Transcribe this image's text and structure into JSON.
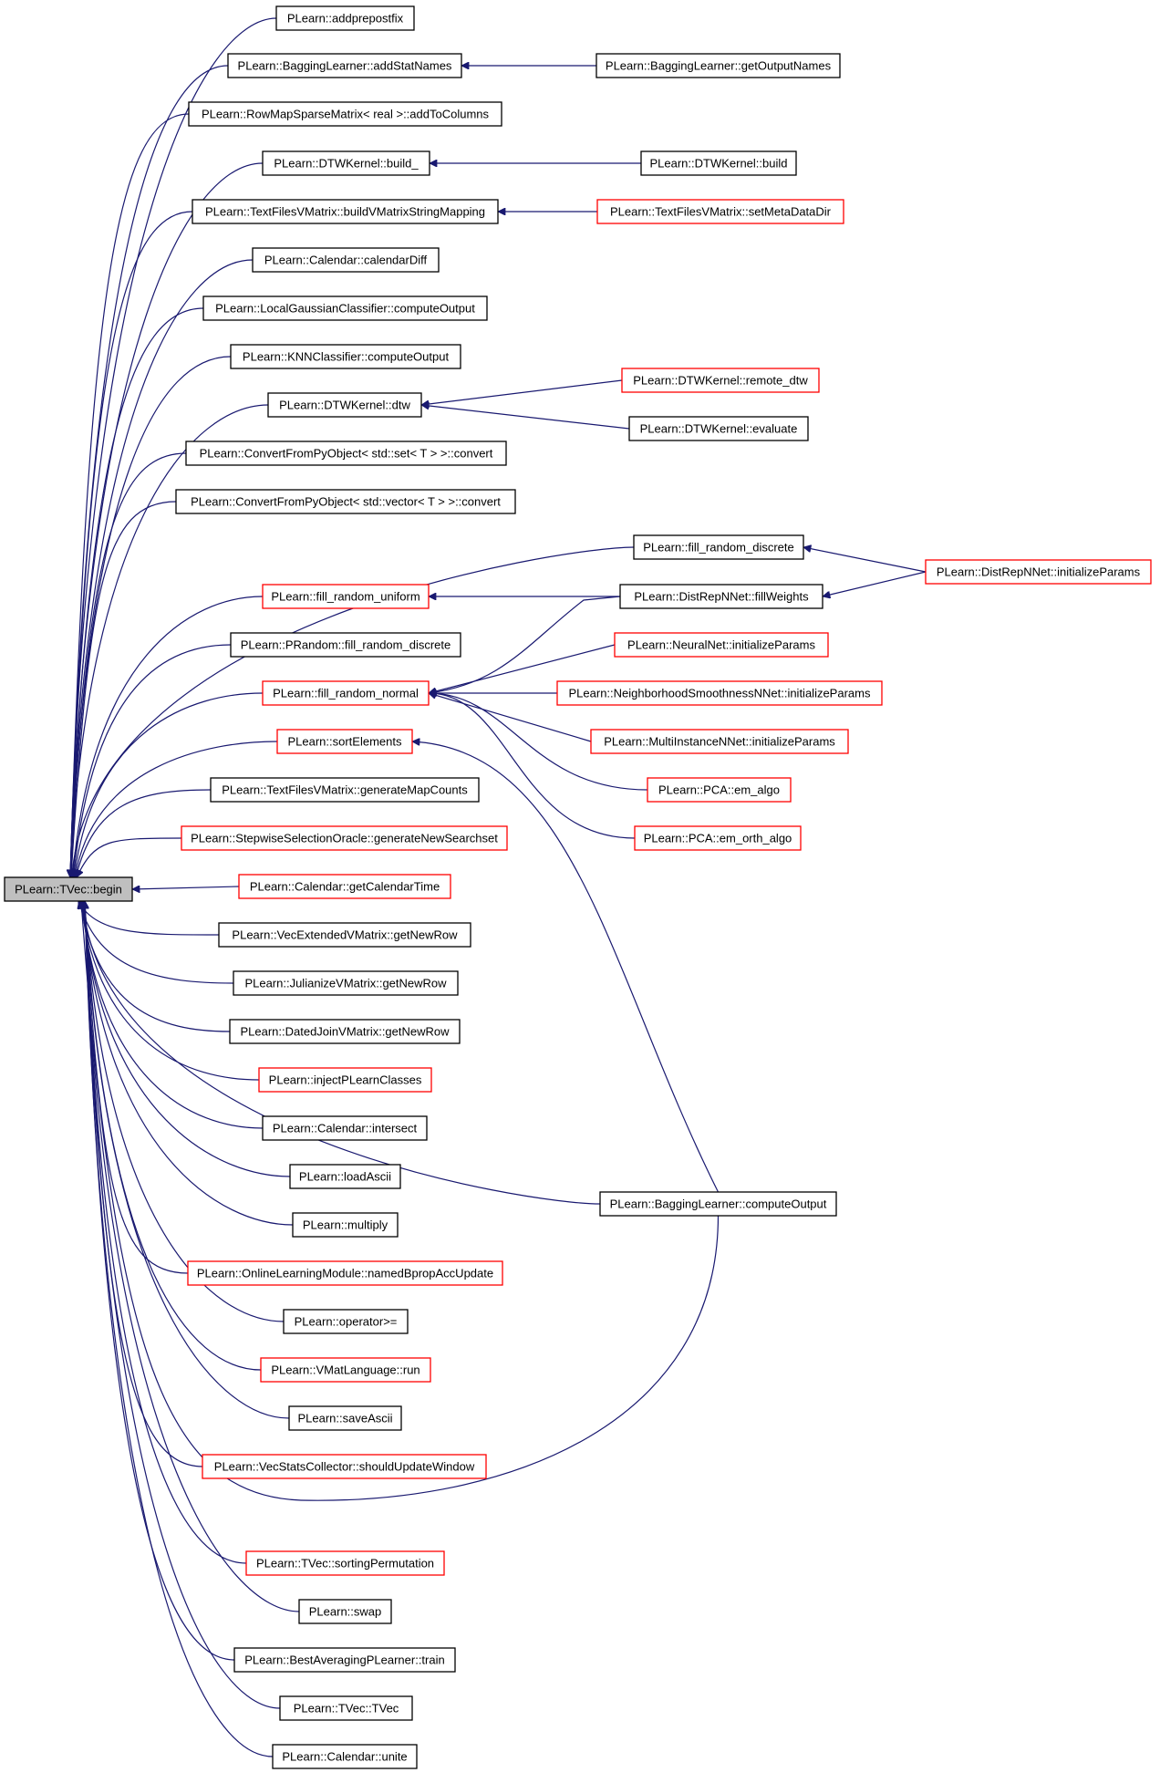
{
  "root": "PLearn::TVec::begin",
  "callers": [
    {
      "id": "addprepostfix",
      "label": "PLearn::addprepostfix",
      "red": false
    },
    {
      "id": "bag_addstat",
      "label": "PLearn::BaggingLearner::addStatNames",
      "red": false
    },
    {
      "id": "rowmap",
      "label": "PLearn::RowMapSparseMatrix< real >::addToColumns",
      "red": false
    },
    {
      "id": "dtw_build_",
      "label": "PLearn::DTWKernel::build_",
      "red": false
    },
    {
      "id": "tf_build",
      "label": "PLearn::TextFilesVMatrix::buildVMatrixStringMapping",
      "red": false
    },
    {
      "id": "cal_diff",
      "label": "PLearn::Calendar::calendarDiff",
      "red": false
    },
    {
      "id": "lgc_out",
      "label": "PLearn::LocalGaussianClassifier::computeOutput",
      "red": false
    },
    {
      "id": "knn_out",
      "label": "PLearn::KNNClassifier::computeOutput",
      "red": false
    },
    {
      "id": "dtw_dtw",
      "label": "PLearn::DTWKernel::dtw",
      "red": false
    },
    {
      "id": "conv_set",
      "label": "PLearn::ConvertFromPyObject< std::set< T > >::convert",
      "red": false
    },
    {
      "id": "conv_vec",
      "label": "PLearn::ConvertFromPyObject< std::vector< T > >::convert",
      "red": false
    },
    {
      "id": "frd",
      "label": "PLearn::fill_random_discrete",
      "red": false
    },
    {
      "id": "fru",
      "label": "PLearn::fill_random_uniform",
      "red": true
    },
    {
      "id": "prand_frd",
      "label": "PLearn::PRandom::fill_random_discrete",
      "red": false
    },
    {
      "id": "frn",
      "label": "PLearn::fill_random_normal",
      "red": true
    },
    {
      "id": "sortel",
      "label": "PLearn::sortElements",
      "red": true
    },
    {
      "id": "tf_genmap",
      "label": "PLearn::TextFilesVMatrix::generateMapCounts",
      "red": false
    },
    {
      "id": "sso",
      "label": "PLearn::StepwiseSelectionOracle::generateNewSearchset",
      "red": true
    },
    {
      "id": "cal_time",
      "label": "PLearn::Calendar::getCalendarTime",
      "red": true
    },
    {
      "id": "vecext",
      "label": "PLearn::VecExtendedVMatrix::getNewRow",
      "red": false
    },
    {
      "id": "julian",
      "label": "PLearn::JulianizeVMatrix::getNewRow",
      "red": false
    },
    {
      "id": "datedjoin",
      "label": "PLearn::DatedJoinVMatrix::getNewRow",
      "red": false
    },
    {
      "id": "inject",
      "label": "PLearn::injectPLearnClasses",
      "red": true
    },
    {
      "id": "cal_int",
      "label": "PLearn::Calendar::intersect",
      "red": false
    },
    {
      "id": "loadascii",
      "label": "PLearn::loadAscii",
      "red": false
    },
    {
      "id": "multiply",
      "label": "PLearn::multiply",
      "red": false
    },
    {
      "id": "olm",
      "label": "PLearn::OnlineLearningModule::namedBpropAccUpdate",
      "red": true
    },
    {
      "id": "opge",
      "label": "PLearn::operator>=",
      "red": false
    },
    {
      "id": "vmat_run",
      "label": "PLearn::VMatLanguage::run",
      "red": true
    },
    {
      "id": "saveascii",
      "label": "PLearn::saveAscii",
      "red": false
    },
    {
      "id": "vsc",
      "label": "PLearn::VecStatsCollector::shouldUpdateWindow",
      "red": true
    },
    {
      "id": "bag_out",
      "label": "PLearn::BaggingLearner::computeOutput",
      "red": false
    },
    {
      "id": "sortperm",
      "label": "PLearn::TVec::sortingPermutation",
      "red": true
    },
    {
      "id": "swap",
      "label": "PLearn::swap",
      "red": false
    },
    {
      "id": "bestavg",
      "label": "PLearn::BestAveragingPLearner::train",
      "red": false
    },
    {
      "id": "tvec",
      "label": "PLearn::TVec::TVec",
      "red": false
    },
    {
      "id": "cal_unite",
      "label": "PLearn::Calendar::unite",
      "red": false
    }
  ],
  "second_level": [
    {
      "id": "bag_getout",
      "label": "PLearn::BaggingLearner::getOutputNames",
      "red": false
    },
    {
      "id": "dtw_build",
      "label": "PLearn::DTWKernel::build",
      "red": false
    },
    {
      "id": "tf_setmeta",
      "label": "PLearn::TextFilesVMatrix::setMetaDataDir",
      "red": true
    },
    {
      "id": "dtw_remote",
      "label": "PLearn::DTWKernel::remote_dtw",
      "red": true
    },
    {
      "id": "dtw_eval",
      "label": "PLearn::DTWKernel::evaluate",
      "red": false
    },
    {
      "id": "drn_fill",
      "label": "PLearn::DistRepNNet::fillWeights",
      "red": false
    },
    {
      "id": "nn_init",
      "label": "PLearn::NeuralNet::initializeParams",
      "red": true
    },
    {
      "id": "nsn_init",
      "label": "PLearn::NeighborhoodSmoothnessNNet::initializeParams",
      "red": true
    },
    {
      "id": "mi_init",
      "label": "PLearn::MultiInstanceNNet::initializeParams",
      "red": true
    },
    {
      "id": "pca_em",
      "label": "PLearn::PCA::em_algo",
      "red": true
    },
    {
      "id": "pca_emorth",
      "label": "PLearn::PCA::em_orth_algo",
      "red": true
    },
    {
      "id": "drn_init",
      "label": "PLearn::DistRepNNet::initializeParams",
      "red": true
    }
  ]
}
